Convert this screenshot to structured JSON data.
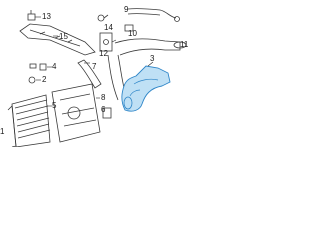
{
  "callouts": [
    {
      "id": "c1",
      "text": "1"
    },
    {
      "id": "c2",
      "text": "2"
    },
    {
      "id": "c3",
      "text": "3"
    },
    {
      "id": "c4",
      "text": "4"
    },
    {
      "id": "c5",
      "text": "5"
    },
    {
      "id": "c6",
      "text": "6"
    },
    {
      "id": "c7",
      "text": "7"
    },
    {
      "id": "c8",
      "text": "8"
    },
    {
      "id": "c9",
      "text": "9"
    },
    {
      "id": "c10",
      "text": "10"
    },
    {
      "id": "c11",
      "text": "11"
    },
    {
      "id": "c12",
      "text": "12"
    },
    {
      "id": "c13",
      "text": "13"
    },
    {
      "id": "c14",
      "text": "14"
    },
    {
      "id": "c15",
      "text": "15"
    }
  ],
  "colors": {
    "line": "#3a3a3a",
    "highlight": "#2f86c8",
    "highlight_fill": "#bfe0f5"
  }
}
